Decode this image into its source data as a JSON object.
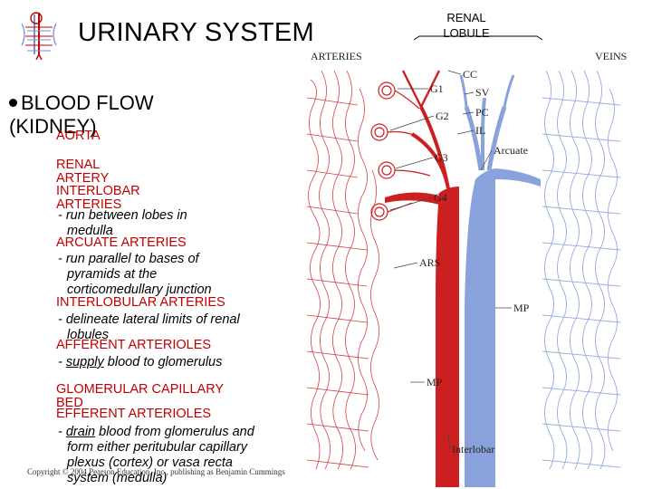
{
  "title": "URINARY SYSTEM",
  "bullet": "BLOOD FLOW (KIDNEY)",
  "bullet_line1": "BLOOD FLOW",
  "bullet_line2": "(KIDNEY)",
  "items": [
    {
      "label": "AORTA"
    },
    {
      "label": "RENAL ARTERY",
      "lines": [
        "RENAL",
        "ARTERY"
      ]
    },
    {
      "label": "INTERLOBAR ARTERIES",
      "lines": [
        "INTERLOBAR",
        "ARTERIES"
      ],
      "desc": "- run between lobes in medulla",
      "desc_lines": [
        "- run between lobes in",
        "medulla"
      ]
    },
    {
      "label": "ARCUATE ARTERIES",
      "desc_lines": [
        "- run parallel to bases of",
        "pyramids at the",
        "corticomedullary junction"
      ]
    },
    {
      "label": "INTERLOBULAR ARTERIES",
      "desc_lines": [
        "- delineate lateral limits of renal",
        "lobules"
      ]
    },
    {
      "label": "AFFERENT ARTERIOLES",
      "desc_prefix": "- ",
      "desc_underlined": "supply",
      "desc_suffix": " blood to glomerulus"
    },
    {
      "label": "GLOMERULAR CAPILLARY BED",
      "lines": [
        "GLOMERULAR CAPILLARY",
        "BED"
      ]
    },
    {
      "label": "EFFERENT ARTERIOLES",
      "desc_prefix": "- ",
      "desc_underlined": "drain",
      "desc_suffix": " blood from glomerulus and",
      "desc_more": [
        "form either peritubular capillary",
        "plexus (cortex) or vasa recta",
        "system (medulla)"
      ]
    }
  ],
  "copyright": "Copyright © 2004 Pearson Education, Inc., publishing as Benjamin Cummings",
  "diagram": {
    "renal_lobule_label": "RENAL LOBULE",
    "renal_lobule_lines": [
      "RENAL",
      "LOBULE"
    ],
    "labels": {
      "arteries": "ARTERIES",
      "veins": "VEINS",
      "cc": "CC",
      "g1": "G1",
      "sv": "SV",
      "g2": "G2",
      "pc": "PC",
      "il": "IL",
      "arcuate": "Arcuate",
      "g3": "G3",
      "g4": "G4",
      "ars": "ARS",
      "mp1": "MP",
      "mp2": "MP",
      "interlobar": "Interlobar"
    },
    "colors": {
      "artery": "#cc1f1f",
      "vein": "#8aa2dc",
      "vein_light": "#b3c3ea",
      "text_red": "#c00000"
    }
  }
}
